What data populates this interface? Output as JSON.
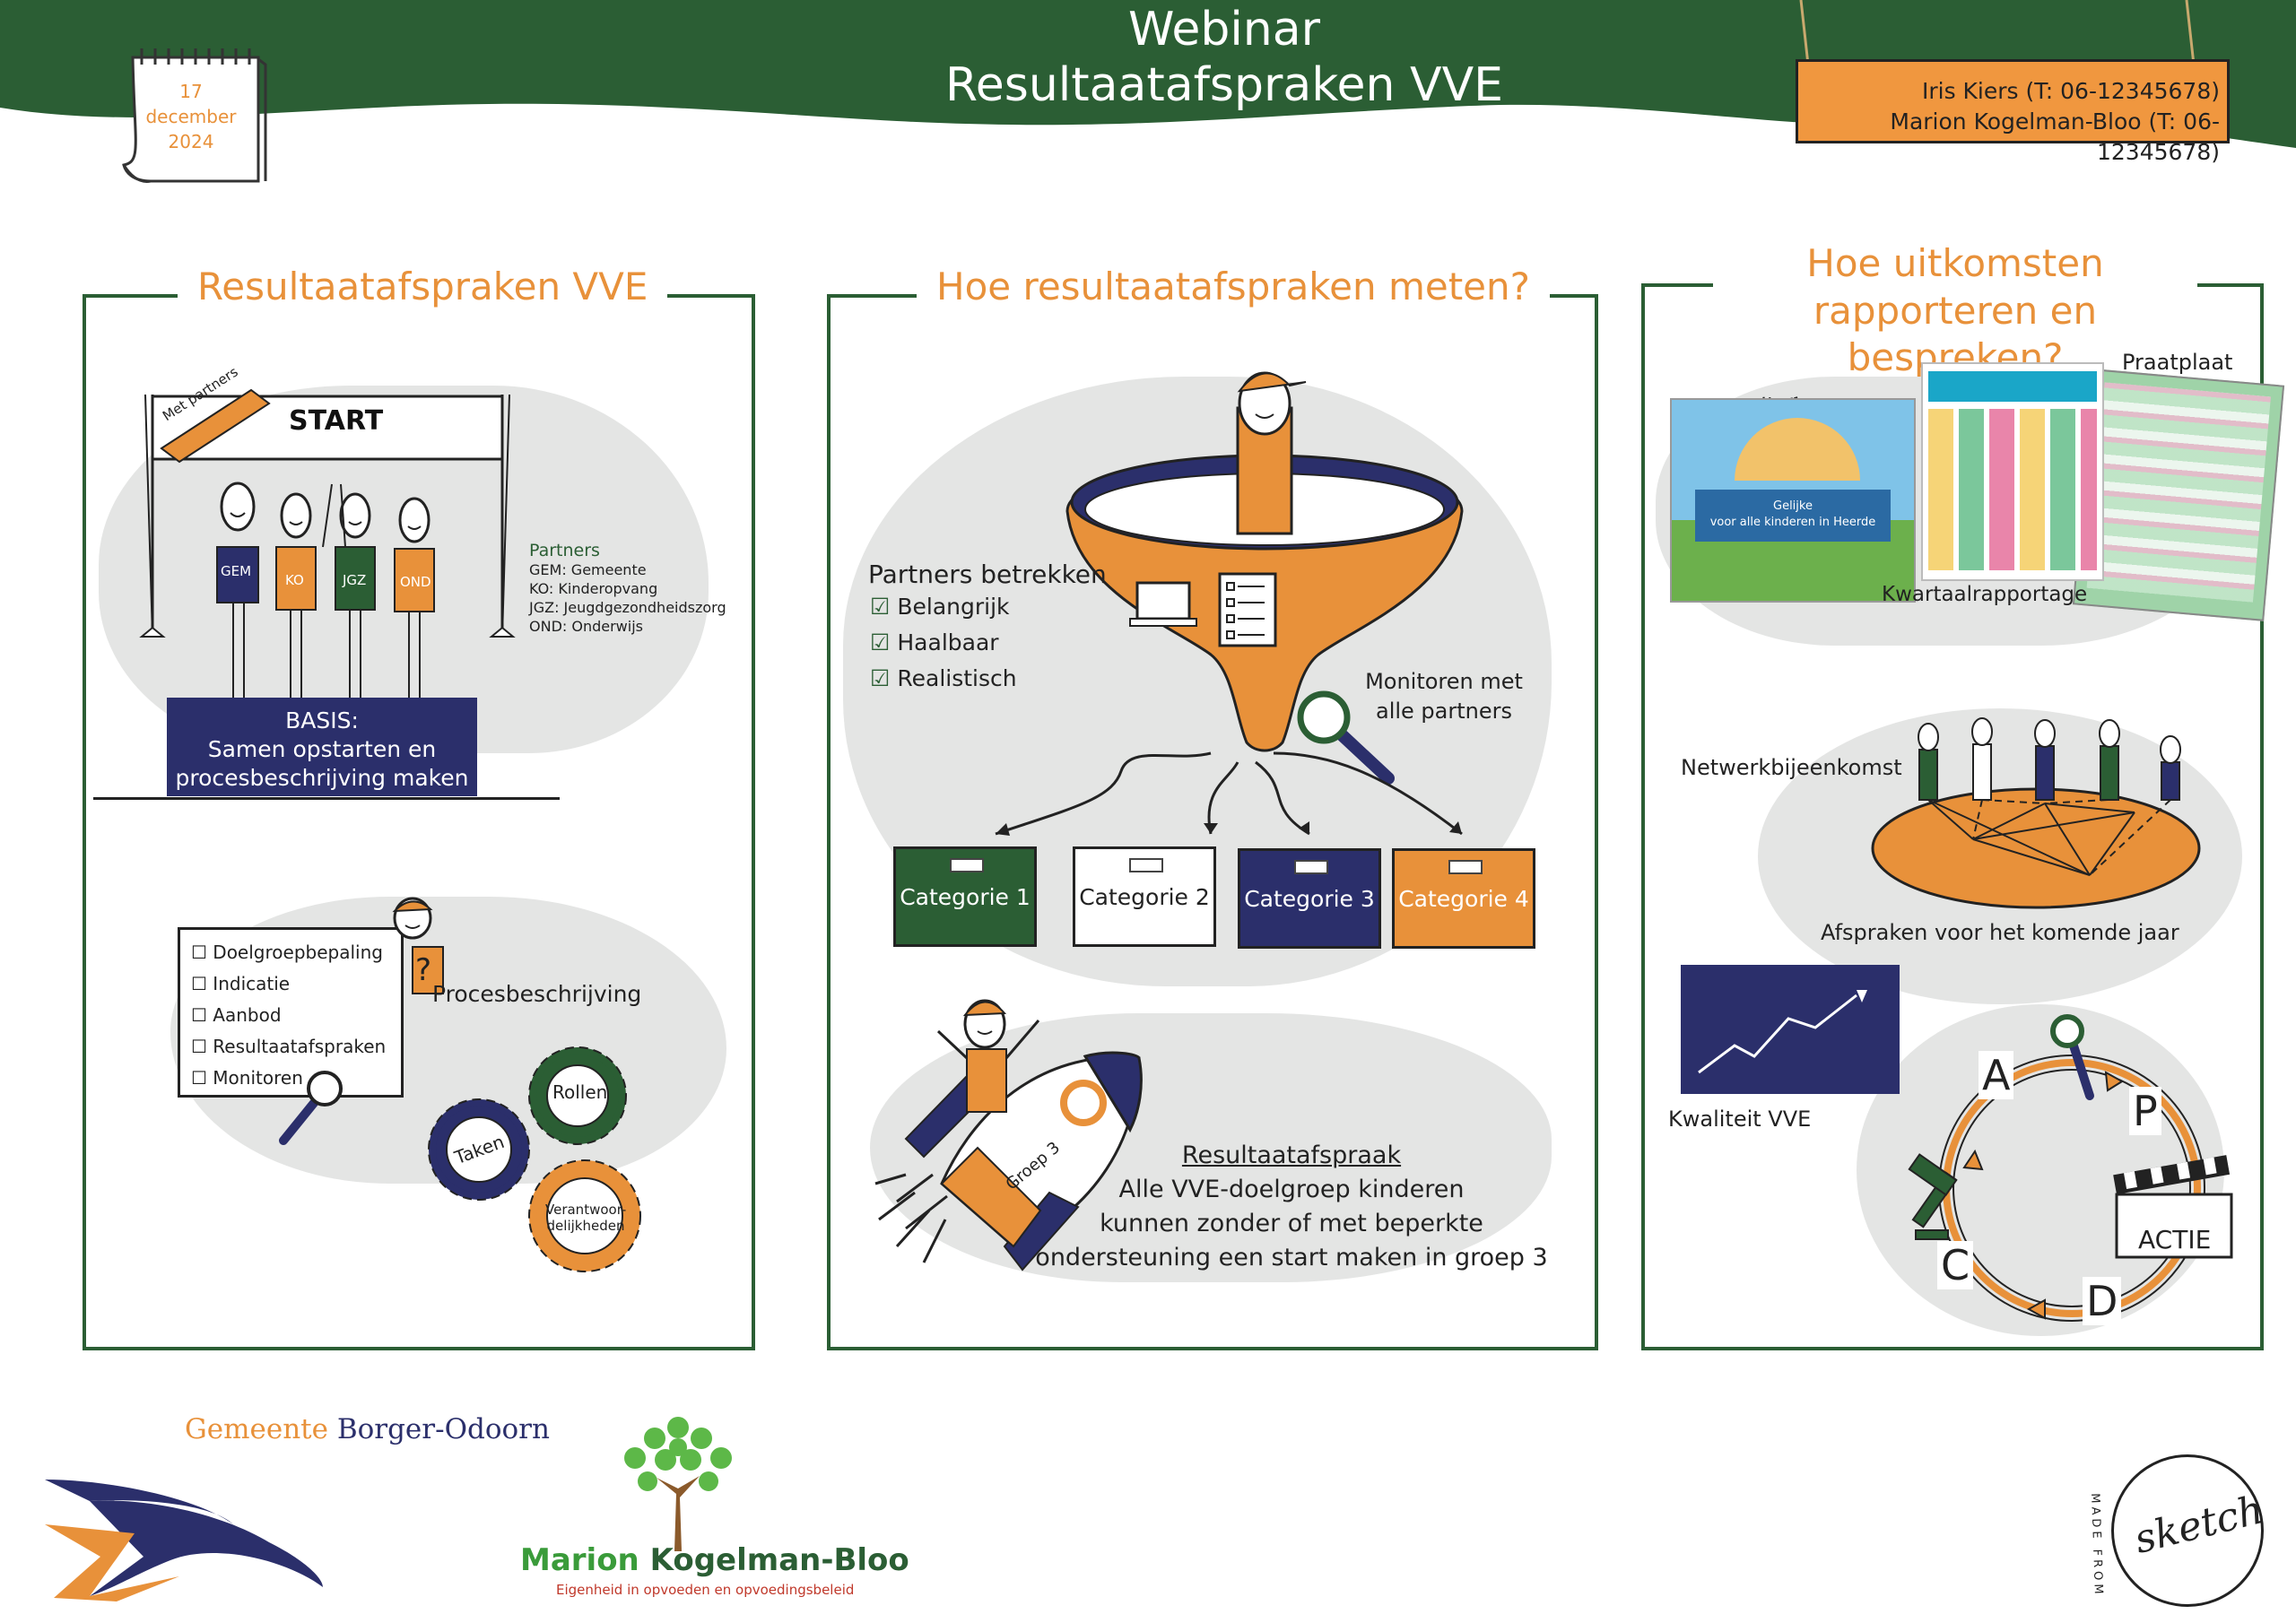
{
  "header": {
    "date_day": "17",
    "date_month": "december",
    "date_year": "2024",
    "title_line1": "Webinar",
    "title_line2": "Resultaatafspraken VVE",
    "contact_line1": "Iris Kiers (T: 06-12345678)",
    "contact_line2": "Marion Kogelman-Bloo (T: 06-12345678)"
  },
  "panel1": {
    "title": "Resultaatafspraken VVE",
    "banner": "Met partners",
    "start": "START",
    "people": [
      "GEM",
      "KO",
      "JGZ",
      "OND"
    ],
    "legend_title": "Partners",
    "legend": [
      "GEM: Gemeente",
      "KO: Kinderopvang",
      "JGZ: Jeugdgezondheidszorg",
      "OND: Onderwijs"
    ],
    "basis_line1": "BASIS:",
    "basis_line2": "Samen opstarten en",
    "basis_line3": "procesbeschrijving maken",
    "checklist": [
      "Doelgroepbepaling",
      "Indicatie",
      "Aanbod",
      "Resultaatafspraken",
      "Monitoren"
    ],
    "question_mark": "?",
    "process_label": "Procesbeschrijving",
    "gear_rollen": "Rollen",
    "gear_taken": "Taken",
    "gear_verant1": "Verantwoor-",
    "gear_verant2": "delijkheden"
  },
  "panel2": {
    "title": "Hoe resultaatafspraken meten?",
    "partners_title": "Partners betrekken",
    "checks": [
      "Belangrijk",
      "Haalbaar",
      "Realistisch"
    ],
    "monitor_line1": "Monitoren met",
    "monitor_line2": "alle partners",
    "categories": [
      "Categorie 1",
      "Categorie 2",
      "Categorie 3",
      "Categorie 4"
    ],
    "rocket_label": "Groep 3",
    "result_title": "Resultaatafspraak",
    "result_line1": "Alle VVE-doelgroep kinderen",
    "result_line2": "kunnen zonder of met beperkte",
    "result_line3": "ondersteuning een start maken in groep 3"
  },
  "panel3": {
    "title_line1": "Hoe uitkomsten",
    "title_line2": "rapporteren en bespreken?",
    "praatplaat": "Praatplaat",
    "monitor": "Monitor",
    "doc_heading_line1": "Gelijke",
    "doc_heading_line2": "voor alle kinderen in Heerde",
    "kwartaal": "Kwartaalrapportage",
    "netwerk": "Netwerkbijeenkomst",
    "afspraken": "Afspraken voor het komende jaar",
    "kwaliteit": "Kwaliteit VVE",
    "pdca": [
      "A",
      "P",
      "C",
      "D"
    ],
    "actie": "ACTIE"
  },
  "footer": {
    "gemeente_word": "Gemeente",
    "gemeente_name": "Borger-Odoorn",
    "mkb_first": "Marion",
    "mkb_last": "Kogelman-Bloo",
    "mkb_tagline": "Eigenheid in opvoeden en opvoedingsbeleid",
    "sketch_word": "sketch",
    "sketch_ring": "MADE FROM"
  },
  "colors": {
    "green": "#2b5e34",
    "orange": "#e8913a",
    "navy": "#2b2f6b",
    "grey_blob": "#e4e5e4"
  }
}
